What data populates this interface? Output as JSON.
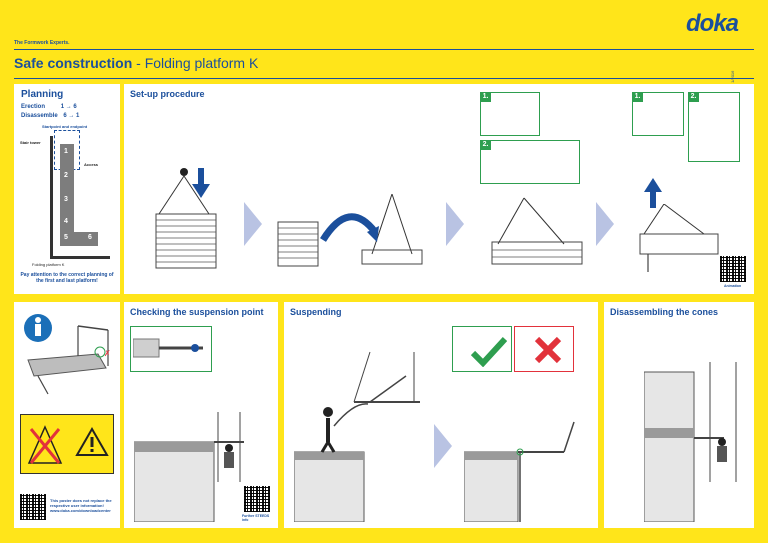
{
  "header": {
    "tagline": "The Formwork Experts.",
    "brand": "doka",
    "title_main": "Safe construction",
    "title_sub": " - Folding platform K",
    "side_code": "999787702 en-GB – 1/2016"
  },
  "planning": {
    "title": "Planning",
    "erection_label": "Erection",
    "erection_value": "1 → 6",
    "disassemble_label": "Disassemble",
    "disassemble_value": "6 → 1",
    "startpoint_label": "Startpoint and endpoint",
    "stair_tower_label": "Stair tower",
    "access_label": "Access",
    "folding_label": "Folding platform K",
    "numbers": [
      "1",
      "2",
      "3",
      "4",
      "5",
      "6"
    ],
    "note": "Pay attention to the correct planning of the first and last platform!"
  },
  "setup": {
    "title": "Set-up procedure",
    "badges": [
      "1.",
      "2.",
      "1.",
      "2."
    ],
    "qr_label": "Animation"
  },
  "sections": {
    "checking": "Checking the suspension point",
    "suspending": "Suspending",
    "disassembling": "Disassembling the cones"
  },
  "footer": {
    "note": "This poster does not replace the respective user information! www.doka.com/downloadcenter",
    "qr_label": "Further STEEDS info"
  },
  "colors": {
    "yellow": "#ffe51a",
    "blue": "#1b4f9c",
    "green": "#2e9e4f",
    "red": "#e2323b",
    "chevron": "#b9c3e3"
  }
}
